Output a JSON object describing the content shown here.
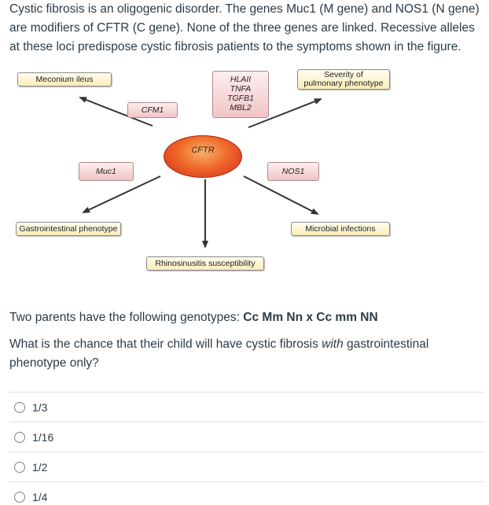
{
  "intro": {
    "text": "Cystic fibrosis is an oligogenic disorder. The genes Muc1 (M gene) and NOS1 (N gene) are modifiers of CFTR (C gene). None of the three genes are linked. Recessive alleles at these loci predispose cystic fibrosis patients to the symptoms shown in the figure."
  },
  "diagram": {
    "meconium": "Meconium ileus",
    "severity_line1": "Severity of",
    "severity_line2": "pulmonary phenotype",
    "gastro": "Gastrointestinal phenotype",
    "microbial": "Microbial infections",
    "rhino": "Rhinosinusitis susceptibility",
    "cfm1": "CFM1",
    "genes_1": "HLAII",
    "genes_2": "TNFA",
    "genes_3": "TGFB1",
    "genes_4": "MBL2",
    "muc1": "Muc1",
    "nos1": "NOS1",
    "cftr": "CFTR"
  },
  "question": {
    "genotype_prefix": "Two parents have the following genotypes: ",
    "genotypes": "Cc Mm Nn x Cc mm NN",
    "prompt_before": "What is the chance that their child will have cystic fibrosis ",
    "prompt_emph": "with",
    "prompt_after": " gastrointestinal phenotype only?"
  },
  "options": [
    {
      "label": "1/3"
    },
    {
      "label": "1/16"
    },
    {
      "label": "1/2"
    },
    {
      "label": "1/4"
    }
  ]
}
